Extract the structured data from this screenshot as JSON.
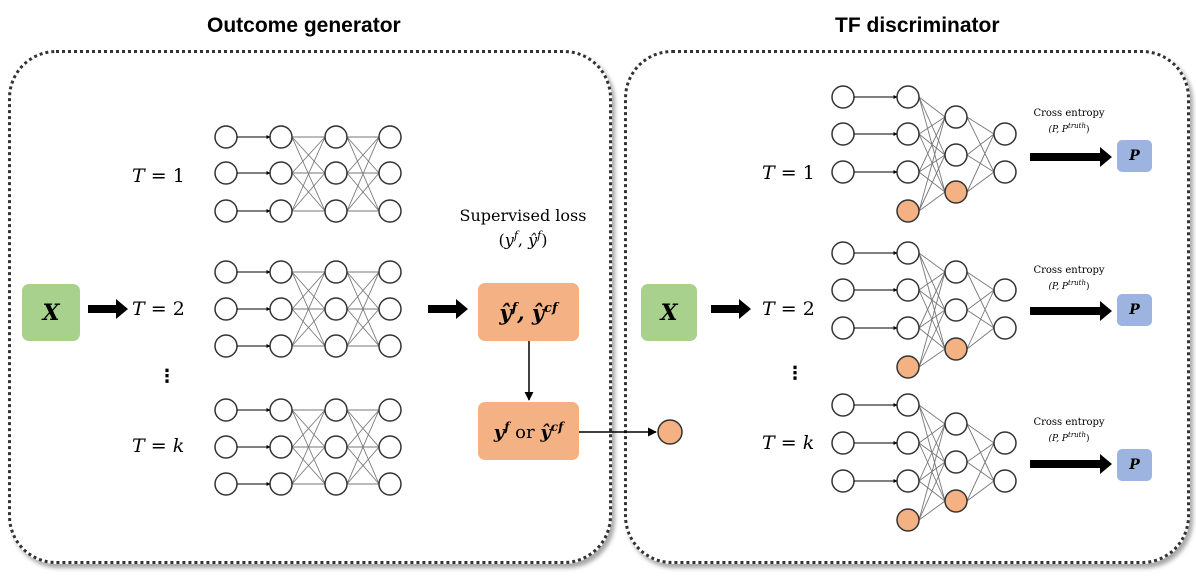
{
  "titles": {
    "generator": "Outcome generator",
    "discriminator": "TF discriminator"
  },
  "generator": {
    "input_label": "X",
    "treatments": [
      {
        "T": "T",
        "eq": "=",
        "val": "1"
      },
      {
        "T": "T",
        "eq": "=",
        "val": "2"
      },
      {
        "T": "T",
        "eq": "=",
        "val": "k"
      }
    ],
    "ellipsis": "⋮",
    "supervised_loss": {
      "title": "Supervised loss",
      "y": "y",
      "y_sup": "f",
      "yhat": "ŷ",
      "yhat_sup": "f"
    },
    "outcome_box": {
      "y1": "ŷ",
      "y1_sup": "f",
      "sep": ",",
      "y2": "ŷ",
      "y2_sup": "cf"
    },
    "selected_box": {
      "y1": "y",
      "y1_sup": "f",
      "or": "or",
      "y2": "ŷ",
      "y2_sup": "cf"
    }
  },
  "discriminator": {
    "input_label": "X",
    "treatments": [
      {
        "T": "T",
        "eq": "=",
        "val": "1"
      },
      {
        "T": "T",
        "eq": "=",
        "val": "2"
      },
      {
        "T": "T",
        "eq": "=",
        "val": "k"
      }
    ],
    "ellipsis": "⋮",
    "heads": [
      {
        "loss": "Cross entropy",
        "args_open": "(P, P",
        "args_sup": "truth",
        "args_close": ")",
        "output": "P"
      },
      {
        "loss": "Cross entropy",
        "args_open": "(P, P",
        "args_sup": "truth",
        "args_close": ")",
        "output": "P"
      },
      {
        "loss": "Cross entropy",
        "args_open": "(P, P",
        "args_sup": "truth",
        "args_close": ")",
        "output": "P"
      }
    ]
  },
  "colors": {
    "input": "#a9d18e",
    "outcome": "#f4b183",
    "discriminator_output": "#9db4e0",
    "extra_node": "#f4b183"
  }
}
